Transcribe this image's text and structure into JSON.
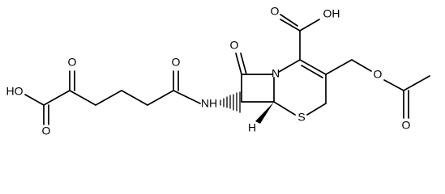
{
  "molecule": {
    "atoms": {
      "oxo_ketone_o": "O",
      "ho_left": "HO",
      "acid_o_left_bottom": "O",
      "amide_o": "O",
      "nh": "NH",
      "beta_lactam_o": "O",
      "ring_n": "N",
      "h_stereo": "H",
      "ring_s": "S",
      "acid_oh_top": "OH",
      "acid_o_top": "O",
      "ester_o": "O",
      "acetyl_o": "O"
    }
  }
}
